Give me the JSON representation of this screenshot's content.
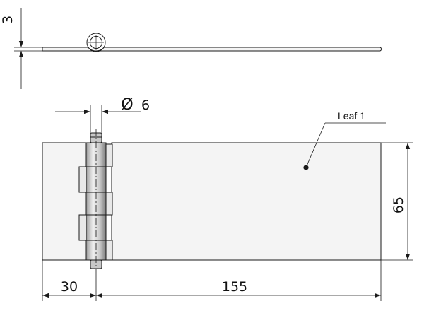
{
  "drawing": {
    "dimensions": {
      "thickness": "3",
      "pin_diameter": "6",
      "pin_offset": "30",
      "leaf_length": "155",
      "height": "65"
    },
    "diameter_symbol": "Ø",
    "callout": "Leaf 1"
  },
  "colors": {
    "line": "#1a1a1a",
    "leaf_fill": "#f4f4f4",
    "pin_fill": "#d6d6d6",
    "knuckle_fill": "#e8e8e8",
    "background": "#ffffff"
  }
}
